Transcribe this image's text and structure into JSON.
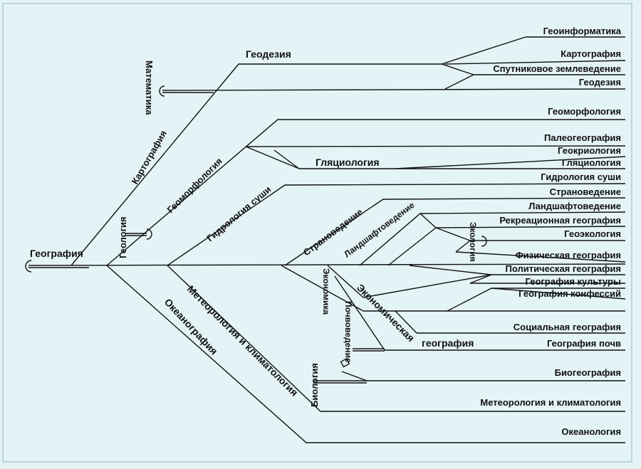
{
  "colors": {
    "background": "#e4f3f6",
    "line": "#111111",
    "text": "#111111",
    "frame": "#8fb9c3"
  },
  "root": {
    "label": "География"
  },
  "branches": [
    {
      "id": "math",
      "label": "Математика"
    },
    {
      "id": "cartography",
      "label": "Картография"
    },
    {
      "id": "geology",
      "label": "Геология"
    },
    {
      "id": "geomorphology",
      "label": "Геоморфология"
    },
    {
      "id": "land-hydrology",
      "label": "Гидрология суши"
    },
    {
      "id": "regional",
      "label": "Страноведение"
    },
    {
      "id": "landscape",
      "label": "Ландшафтоведение"
    },
    {
      "id": "geodesy",
      "label": "Геодезия"
    },
    {
      "id": "glaciology",
      "label": "Гляциология"
    },
    {
      "id": "ecology",
      "label": "Экология"
    },
    {
      "id": "economics",
      "label": "Экономика"
    },
    {
      "id": "soil-science",
      "label": "Почвоведение"
    },
    {
      "id": "economic-geo-1",
      "label": "Экономическая"
    },
    {
      "id": "economic-geo-2",
      "label": "география"
    },
    {
      "id": "biology",
      "label": "Биология"
    },
    {
      "id": "meteorology",
      "label": "Метеорология и климатология"
    },
    {
      "id": "oceanography",
      "label": "Океанография"
    }
  ],
  "outcomes": [
    "Геоинформатика",
    "Картография",
    "Спутниковое землеведение",
    "Геодезия",
    "Геоморфология",
    "Палеогеография",
    "Геокриология",
    "Гляциология",
    "Гидрология суши",
    "Страноведение",
    "Ландшафтоведение",
    "Рекреационная география",
    "Геоэкология",
    "Физическая география",
    "Политическая география",
    "География культуры",
    "География конфессий",
    "Социальная география",
    "География почв",
    "Биогеография",
    "Метеорология и климатология",
    "Океанология"
  ]
}
